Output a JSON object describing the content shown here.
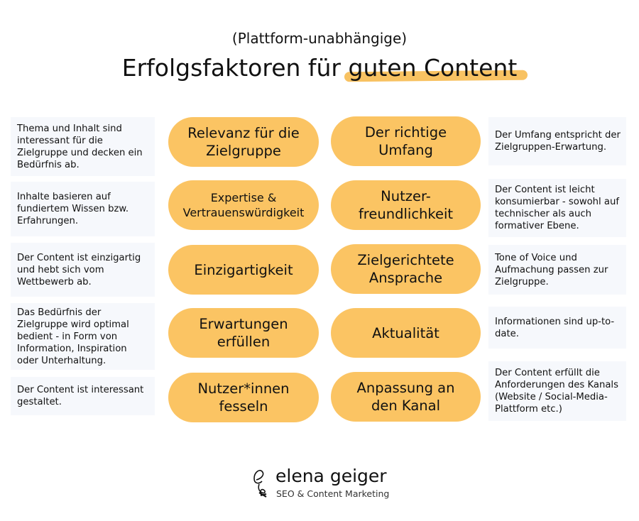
{
  "header": {
    "subtitle": "(Plattform-unabhängige)",
    "title_prefix": "Erfolgsfaktoren für ",
    "title_highlight": "guten Content",
    "highlight_color": "#f8c262"
  },
  "pill_color": "#fbc463",
  "left": [
    {
      "factor": "Relevanz für die Zielgruppe",
      "description": "Thema und Inhalt sind interessant für die Zielgruppe und decken ein Bedürfnis ab."
    },
    {
      "factor": "Expertise & Vertrauenswürdigkeit",
      "description": "Inhalte basieren auf fundiertem Wissen bzw. Erfahrungen."
    },
    {
      "factor": "Einzigartigkeit",
      "description": "Der Content ist einzigartig und hebt sich vom Wettbewerb ab."
    },
    {
      "factor": "Erwartungen erfüllen",
      "description": "Das Bedürfnis der Zielgruppe wird optimal bedient - in Form von Information, Inspiration oder Unterhaltung."
    },
    {
      "factor": "Nutzer*innen fesseln",
      "description": "Der Content ist interessant gestaltet."
    }
  ],
  "right": [
    {
      "factor": "Der richtige Umfang",
      "description": "Der Umfang entspricht der Zielgruppen-Erwartung."
    },
    {
      "factor": "Nutzer-freundlichkeit",
      "description": "Der Content ist leicht konsumierbar - sowohl auf technischer als auch formativer Ebene."
    },
    {
      "factor": "Zielgerichtete Ansprache",
      "description": "Tone of Voice und Aufmachung passen zur Zielgruppe."
    },
    {
      "factor": "Aktualität",
      "description": "Informationen sind up-to-date."
    },
    {
      "factor": "Anpassung an den Kanal",
      "description": "Der Content erfüllt die Anforderungen des Kanals (Website / Social-Media-Plattform etc.)"
    }
  ],
  "footer": {
    "brand": "elena geiger",
    "tagline": "SEO & Content Marketing"
  }
}
